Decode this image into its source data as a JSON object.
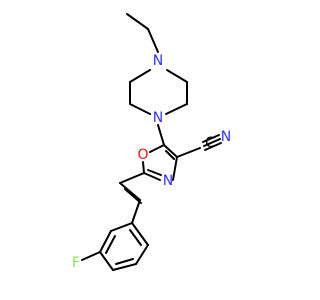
{
  "molecule": {
    "atoms": {
      "n_top": "N",
      "n_pip": "N",
      "n_nitrile": "N",
      "n_ring": "N",
      "o_ring": "O",
      "c_nitrile": "C",
      "f": "F"
    },
    "colors": {
      "nitrogen": "#3333ff",
      "oxygen": "#ff0d0d",
      "fluorine": "#90e050",
      "carbon": "#000000",
      "bond": "#000000"
    }
  }
}
